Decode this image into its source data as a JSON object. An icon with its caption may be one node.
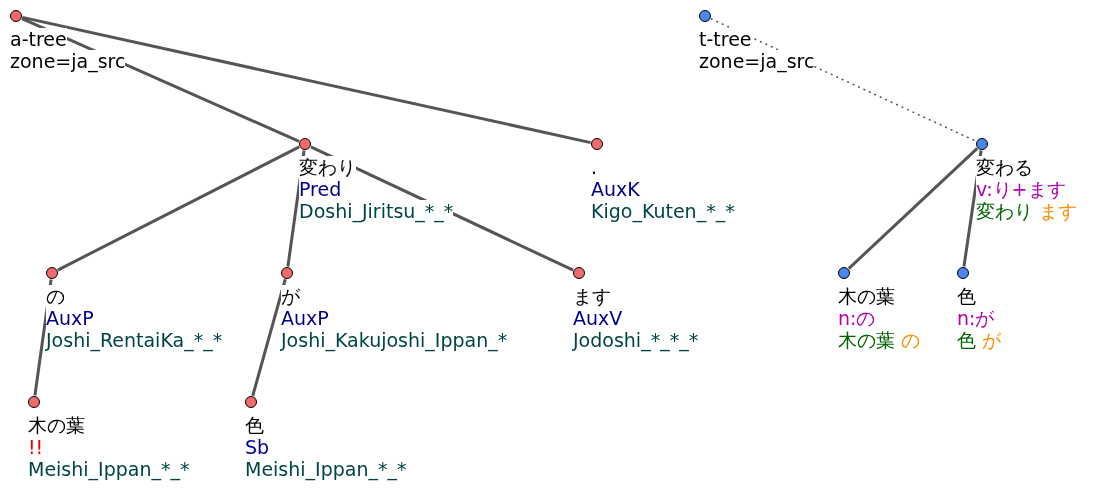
{
  "diagram": {
    "nodes": [
      {
        "text": [
          "a-tree",
          "zone=ja_src"
        ]
      },
      {
        "text": [
          "変わり",
          "Pred",
          "Doshi_Jiritsu_*_*"
        ]
      },
      {
        "text": [
          "の",
          "AuxP",
          "Joshi_RentaiKa_*_*"
        ]
      },
      {
        "text": [
          "木の葉",
          "!!",
          "Meishi_Ippan_*_*"
        ]
      },
      {
        "text": [
          "が",
          "AuxP",
          "Joshi_Kakujoshi_Ippan_*"
        ]
      },
      {
        "text": [
          "色",
          "Sb",
          "Meishi_Ippan_*_*"
        ]
      },
      {
        "text": [
          "ます",
          "AuxV",
          "Jodoshi_*_*_*"
        ]
      },
      {
        "text": [
          ".",
          "AuxK",
          "Kigo_Kuten_*_*"
        ]
      },
      {
        "text": [
          "t-tree",
          "zone=ja_src"
        ]
      },
      {
        "text": [
          "変わる",
          "v:り+ます",
          "変わり",
          "ます"
        ]
      },
      {
        "text": [
          "木の葉",
          "n:の",
          "木の葉",
          "の"
        ]
      },
      {
        "text": [
          "色",
          "n:が",
          "色",
          "が"
        ]
      }
    ],
    "edges": [
      {
        "from": 0,
        "to": 1,
        "arrow": "none"
      },
      {
        "from": 0,
        "to": 7,
        "arrow": "none"
      },
      {
        "from": 1,
        "to": 2,
        "arrow": "none"
      },
      {
        "from": 1,
        "to": 4,
        "arrow": "none"
      },
      {
        "from": 1,
        "to": 6,
        "arrow": "none"
      },
      {
        "from": 2,
        "to": 3,
        "arrow": "none"
      },
      {
        "from": 4,
        "to": 5,
        "arrow": "none"
      },
      {
        "from": 8,
        "to": 9,
        "arrow": "none",
        "style": "dashed"
      },
      {
        "from": 9,
        "to": 10,
        "arrow": "none"
      },
      {
        "from": 9,
        "to": 11,
        "arrow": "none"
      }
    ]
  }
}
